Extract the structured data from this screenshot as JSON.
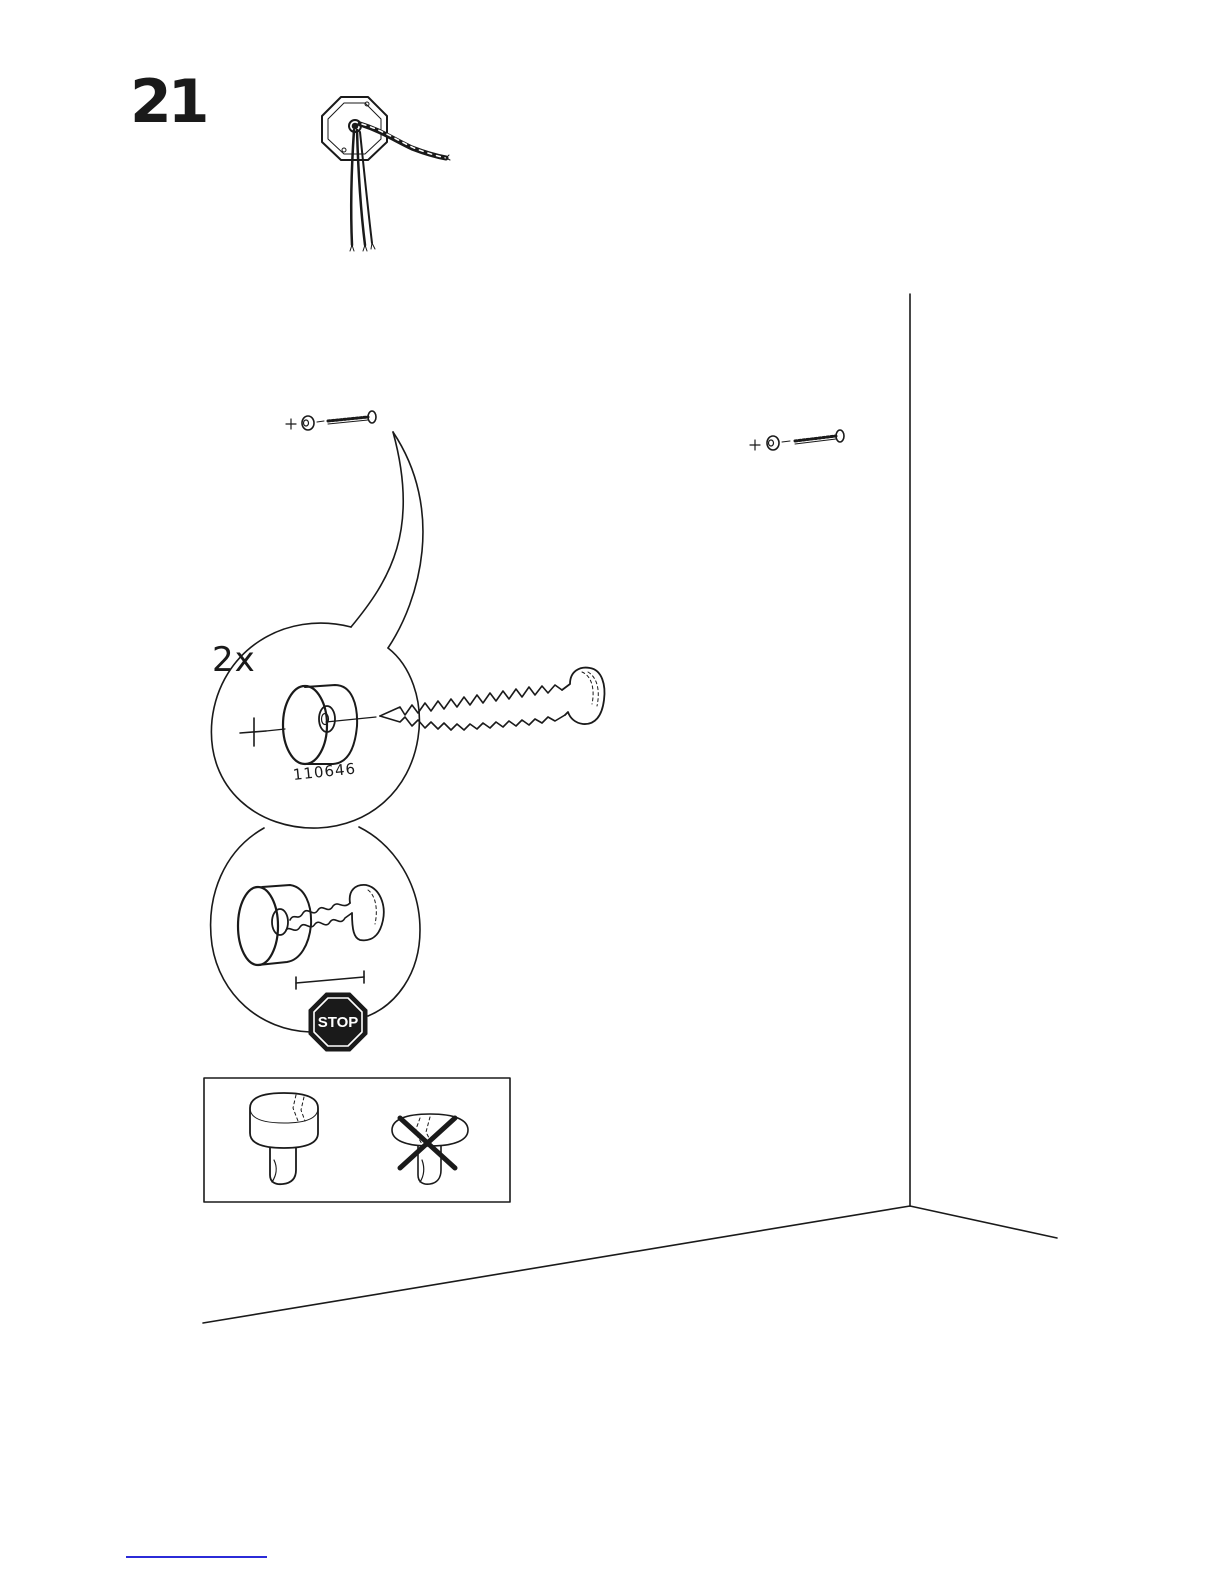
{
  "page": {
    "step_number": "21"
  },
  "parts_callout": {
    "quantity": "2x",
    "part_number": "110646"
  },
  "stop_sign": {
    "label": "STOP"
  },
  "colors": {
    "ink": "#1a1a1a",
    "background": "#ffffff",
    "link_underline": "#2b2bd8"
  },
  "icons": [
    "ceiling-box-icon",
    "screw-with-wall-plug-icon",
    "zoom-callout-icon",
    "wall-plug-icon",
    "screw-icon",
    "stop-sign-icon",
    "correct-screw-head-icon",
    "wrong-screw-head-icon",
    "cross-mark-icon"
  ]
}
